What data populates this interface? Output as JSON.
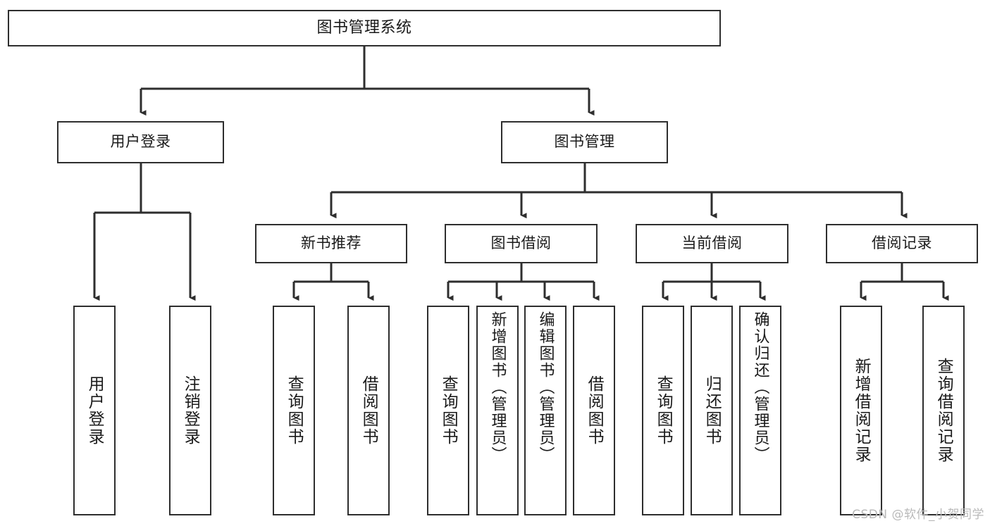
{
  "diagram": {
    "title": "图书管理系统",
    "watermark": "CSDN @软件_小贺同学",
    "colors": {
      "box_border": "#2e2e2e",
      "box_fill": "#ffffff",
      "connector": "#2e2e2e",
      "text": "#1a1a1a",
      "watermark": "#b9b9b9",
      "background": "#ffffff"
    },
    "root": {
      "label": "图书管理系统"
    },
    "level2": [
      {
        "label": "用户登录"
      },
      {
        "label": "图书管理"
      }
    ],
    "level3": [
      {
        "label": "新书推荐"
      },
      {
        "label": "图书借阅"
      },
      {
        "label": "当前借阅"
      },
      {
        "label": "借阅记录"
      }
    ],
    "leaves": {
      "user_login": [
        {
          "label": "用户登录"
        },
        {
          "label": "注销登录"
        }
      ],
      "new_book_recommend": [
        {
          "label": "查询图书"
        },
        {
          "label": "借阅图书"
        }
      ],
      "book_borrow": [
        {
          "label": "查询图书"
        },
        {
          "label": "新增图书（管理员）"
        },
        {
          "label": "编辑图书（管理员）"
        },
        {
          "label": "借阅图书"
        }
      ],
      "current_borrow": [
        {
          "label": "查询图书"
        },
        {
          "label": "归还图书"
        },
        {
          "label": "确认归还（管理员）"
        }
      ],
      "borrow_record": [
        {
          "label": "新增借阅记录"
        },
        {
          "label": "查询借阅记录"
        }
      ]
    }
  }
}
